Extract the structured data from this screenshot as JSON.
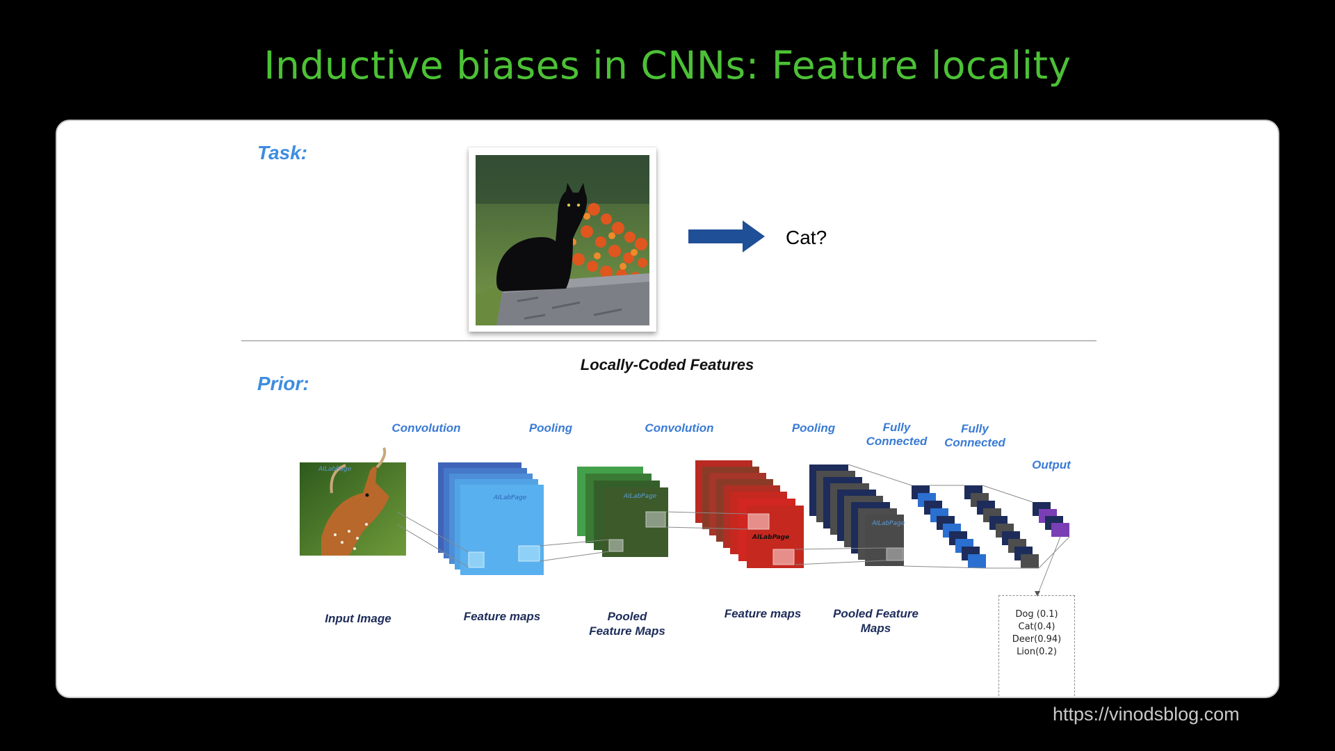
{
  "title": "Inductive biases in CNNs: Feature locality",
  "task": {
    "label": "Task:",
    "answer": "Cat?"
  },
  "prior": {
    "label": "Prior:",
    "diagram_title": "Locally-Coded Features",
    "stages_top": [
      "Convolution",
      "Pooling",
      "Convolution",
      "Pooling",
      "Fully Connected",
      "Fully Connected",
      "Output"
    ],
    "stages_bottom": [
      "Input Image",
      "Feature maps",
      "Pooled Feature Maps",
      "Feature maps",
      "Pooled Feature Maps"
    ],
    "watermark_text": "AILabPage",
    "outputs": [
      "Dog (0.1)",
      "Cat(0.4)",
      "Deer(0.94)",
      "Lion(0.2)"
    ]
  },
  "colors": {
    "title": "#4cc136",
    "section_label": "#3d8de0",
    "arrow": "#1f4f96",
    "conv1": "#4fa7ea",
    "pool1": "#3c5a2a",
    "conv2": "#c5281f",
    "pool2": "#4d4d4d",
    "output": "#7b3fb5"
  },
  "footer": {
    "url": "https://vinodsblog.com"
  }
}
